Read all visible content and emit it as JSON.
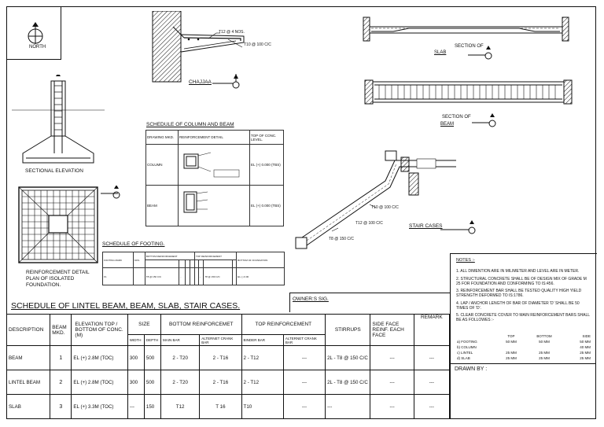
{
  "north": {
    "label": "NORTH"
  },
  "chajja": {
    "bar1": "T12 @ 4 NOS.",
    "bar2": "T10 @ 100 C/C",
    "title": "CHAJJAA"
  },
  "slab_section": {
    "title_line1": "SECTION OF",
    "title_line2": "SLAB"
  },
  "beam_section": {
    "title_line1": "SECTION OF",
    "title_line2": "BEAM"
  },
  "elevation": {
    "title": "SECTIONAL ELEVATION"
  },
  "foundation": {
    "title_line1": "REINFORCEMENT DETAIL",
    "title_line2": "PLAN OF ISOLATED",
    "title_line3": "FOUNDATION."
  },
  "stair": {
    "bar1": "T10 @ 100 C/C",
    "bar2": "T12 @ 100 C/C",
    "bar3": "T8 @ 150 C/C",
    "title": "STAIR CASES"
  },
  "column_schedule": {
    "title": "SCHEDULE OF COLUMN AND BEAM",
    "headers": [
      "DRAWING MKD.",
      "REINFORCEMENT DETAIL",
      "TOP OF CONC. LEVEL."
    ],
    "rows": [
      {
        "mark": "COLUMN",
        "level": "EL (+) 0.000 (TBS)"
      },
      {
        "mark": "BEAM",
        "level": "EL (+) 0.000 (TBS)"
      }
    ]
  },
  "footing_schedule": {
    "title": "SCHEDULE OF FOOTING.",
    "headers": [
      "FOOTING MARK",
      "NOS.",
      "BOTTOM REINFORCEMENT",
      "TOP REINFORCEMENT",
      "BOTTOM OF FOUNDATION"
    ],
    "row": [
      "F1",
      "T8 @ 150 C/C",
      "-",
      "-",
      "T8 @ 150 C/C",
      "EL (-) 0.00"
    ]
  },
  "notes": {
    "title": "NOTES :-",
    "items": [
      "1.  ALL DIMENTION ARE IN MILIMETER AND LEVEL ARE IN METER.",
      "2. STRUCTURAL CONCRETE SHALL BE OF DESIGN MIX OF GRADE M 25 FOR FOUNDATION AND CONFORMING TO IS:456.",
      "3.  REINFORCEMENT BAR SHALL BE TESTED QUALITY HIGH YIELD STRENGTH DEFORMED TO IS:1786.",
      "4.  LAP / ANCHOR LENGTH OF BAR OF DIAMETER 'D' SHALL BE 50 TIMES OF 'D'.",
      "5. CLEAR CONCRETE COVER TO MAIN REINFORCEMENT BARS SHALL BE AS FOLLOWES :-"
    ],
    "cover_headers": [
      "TOP",
      "BOTTOM",
      "SIDE"
    ],
    "cover_rows": [
      [
        "a)  FOOTING",
        "50 MM",
        "50 MM",
        "50 MM"
      ],
      [
        "b)  COLUMN",
        "",
        "",
        "40 MM"
      ],
      [
        "c)  LINTEL",
        "25 MM",
        "25 MM",
        "25 MM"
      ],
      [
        "d)  SLAB",
        "25 MM",
        "25 MM",
        "25 MM"
      ]
    ]
  },
  "owner": {
    "label": "OWNER:S SIG."
  },
  "drawn_by": {
    "label": "DRAWN BY  :"
  },
  "schedule": {
    "title": "SCHEDULE OF LINTEL BEAM, BEAM, SLAB, STAIR CASES.",
    "h_desc": "DESCRIPTION",
    "h_beam": "BEAM MKD.",
    "h_elev": "ELEVATION TOP / BOTTOM OF CONC. (M)",
    "h_size": "SIZE",
    "h_width": "WIDTH",
    "h_depth": "DEPTH",
    "h_bottom": "BOTTOM REINFORCEMET",
    "h_main": "MAIN BAR",
    "h_alt1": "ALTERNET CRANK BAR",
    "h_top": "TOP REINFORCEMENT",
    "h_binder": "BINDER BAR",
    "h_alt2": "ALTERNET CRANK BAR",
    "h_stirrups": "STIRRUPS",
    "h_side": "SIDE FACE REINF. EACH FACE",
    "h_remark": "REMARK",
    "rows": [
      {
        "desc": "BEAM",
        "mkd": "1",
        "elev": "EL (+) 2.8M (TOC)",
        "width": "300",
        "depth": "500",
        "main": "2 - T20",
        "alt1": "2 - T16",
        "binder": "2 - T12",
        "alt2": "---",
        "stirrups": "2L - T8 @ 150 C/C",
        "side": "---",
        "remark": "---"
      },
      {
        "desc": "LINTEL BEAM",
        "mkd": "2",
        "elev": "EL (+) 2.8M (TOC)",
        "width": "300",
        "depth": "500",
        "main": "2 - T20",
        "alt1": "2 - T16",
        "binder": "2 - T12",
        "alt2": "---",
        "stirrups": "2L - T8 @ 150 C/C",
        "side": "---",
        "remark": "---"
      },
      {
        "desc": "SLAB",
        "mkd": "3",
        "elev": "EL (+) 3.3M (TOC)",
        "width": "---",
        "depth": "150",
        "main": "T12",
        "alt1": "T 16",
        "binder": "T10",
        "alt2": "---",
        "stirrups": "---",
        "side": "---",
        "remark": "---"
      }
    ]
  }
}
